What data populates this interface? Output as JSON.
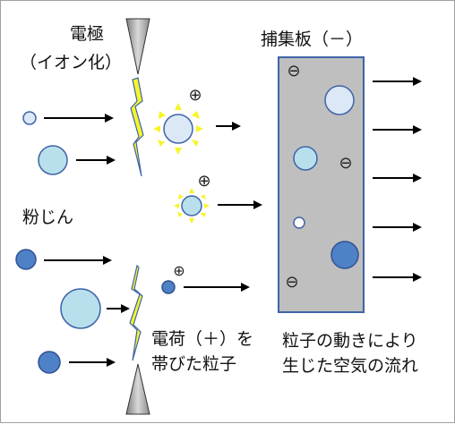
{
  "labels": {
    "electrode": "電極",
    "ionization": "（イオン化）",
    "dust": "粉じん",
    "collector": "捕集板（－）",
    "charged_line1": "電荷（＋）を",
    "charged_line2": "帯びた粒子",
    "airflow_line1": "粒子の動きにより",
    "airflow_line2": "生じた空気の流れ"
  },
  "symbols": {
    "plus": "⊕",
    "minus": "⊖"
  },
  "colors": {
    "particle_light": "#dce8f5",
    "particle_cyan": "#b7e0ec",
    "particle_blue": "#4f81c7",
    "collector_fill": "#bfbfbf",
    "collector_border": "#3f63a8",
    "spark": "#f5f52a",
    "electrode": "#a6a6a6"
  }
}
